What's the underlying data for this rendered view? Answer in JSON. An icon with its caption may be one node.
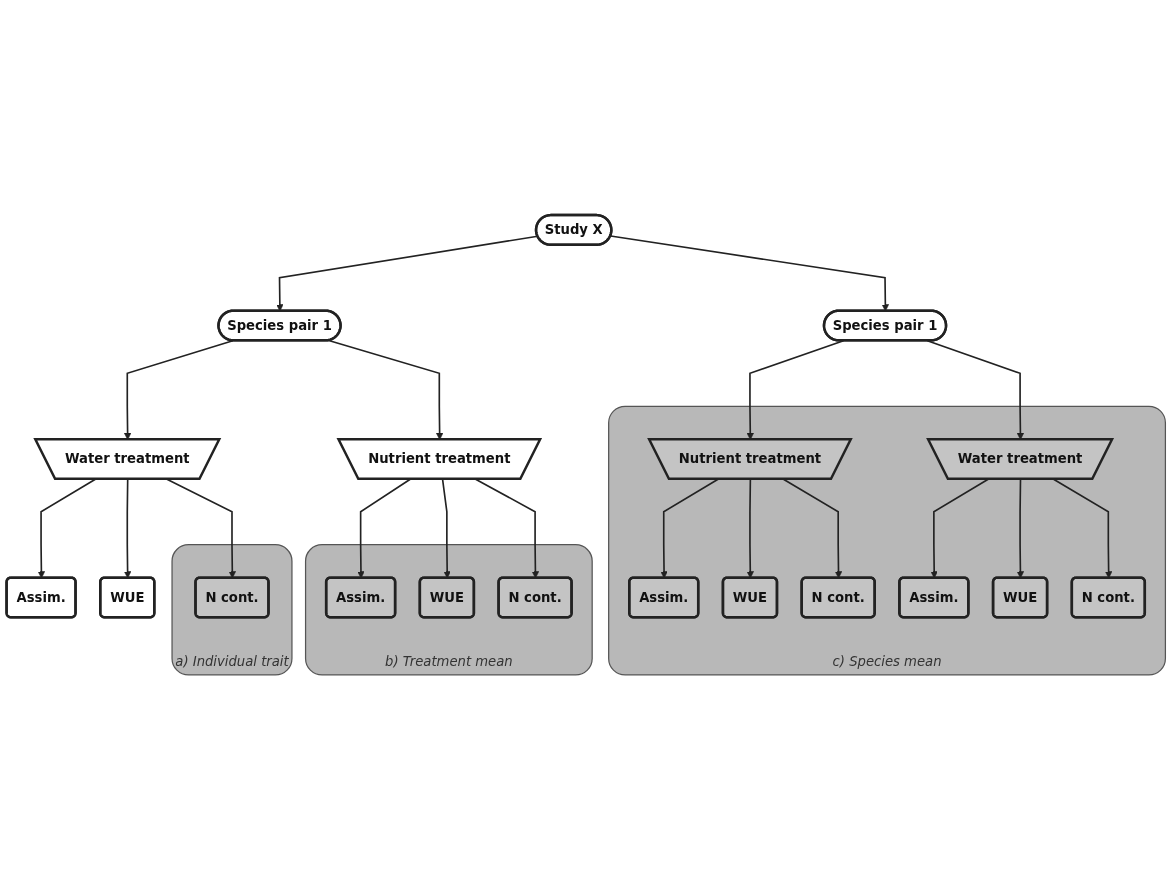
{
  "diagram": {
    "nodes": [
      {
        "text": [
          "Study X"
        ]
      },
      {
        "text": [
          "Species pair 1"
        ]
      },
      {
        "text": [
          "Species pair 1"
        ]
      },
      {
        "text": [
          "Water treatment"
        ]
      },
      {
        "text": [
          "Nutrient treatment"
        ]
      },
      {
        "text": [
          "Assim."
        ]
      },
      {
        "text": [
          "WUE"
        ]
      },
      {
        "text": [
          "a) Individual trait"
        ]
      },
      {
        "text": [
          "N cont."
        ],
        "in": 7
      },
      {
        "text": [
          "b) Treatment mean"
        ]
      },
      {
        "text": [
          "Assim."
        ],
        "in": 9
      },
      {
        "text": [
          "WUE"
        ],
        "in": 9
      },
      {
        "text": [
          "N cont."
        ],
        "in": 9
      },
      {
        "text": [
          "c) Species mean"
        ]
      },
      {
        "text": [
          "Nutrient treatment"
        ],
        "in": 13
      },
      {
        "text": [
          "Water treatment"
        ],
        "in": 13
      },
      {
        "text": [
          "Assim."
        ],
        "in": 13
      },
      {
        "text": [
          "WUE"
        ],
        "in": 13
      },
      {
        "text": [
          "N cont."
        ],
        "in": 13
      },
      {
        "text": [
          "Assim."
        ],
        "in": 13
      },
      {
        "text": [
          "WUE"
        ],
        "in": 13
      },
      {
        "text": [
          "N cont."
        ],
        "in": 13
      }
    ],
    "edges": [
      {
        "from": 0,
        "to": 1,
        "arrow": "to"
      },
      {
        "from": 0,
        "to": 2,
        "arrow": "to"
      },
      {
        "from": 1,
        "to": 3,
        "arrow": "to"
      },
      {
        "from": 1,
        "to": 4,
        "arrow": "to"
      },
      {
        "from": 2,
        "to": 14,
        "arrow": "to"
      },
      {
        "from": 2,
        "to": 15,
        "arrow": "to"
      },
      {
        "from": 3,
        "to": 5,
        "arrow": "to"
      },
      {
        "from": 3,
        "to": 6,
        "arrow": "to"
      },
      {
        "from": 3,
        "to": 8,
        "arrow": "to"
      },
      {
        "from": 4,
        "to": 10,
        "arrow": "to"
      },
      {
        "from": 4,
        "to": 11,
        "arrow": "to"
      },
      {
        "from": 4,
        "to": 12,
        "arrow": "to"
      },
      {
        "from": 14,
        "to": 16,
        "arrow": "to"
      },
      {
        "from": 14,
        "to": 17,
        "arrow": "to"
      },
      {
        "from": 14,
        "to": 18,
        "arrow": "to"
      },
      {
        "from": 15,
        "to": 19,
        "arrow": "to"
      },
      {
        "from": 15,
        "to": 20,
        "arrow": "to"
      },
      {
        "from": 15,
        "to": 21,
        "arrow": "to"
      }
    ]
  }
}
